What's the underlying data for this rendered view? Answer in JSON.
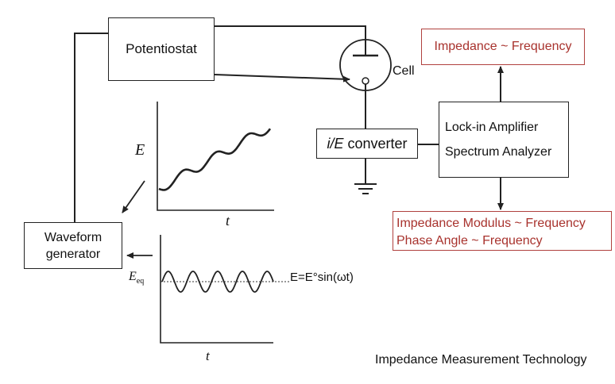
{
  "blocks": {
    "potentiostat": "Potentiostat",
    "cell": "Cell",
    "converter_italic": "i/E",
    "converter_rest": " converter",
    "lockin_line1": "Lock-in Amplifier",
    "lockin_line2": "Spectrum Analyzer",
    "waveform_line1": "Waveform",
    "waveform_line2": "generator"
  },
  "outputs": {
    "top": "Impedance ~ Frequency",
    "bottom_line1": "Impedance Modulus ~ Frequency",
    "bottom_line2": "Phase Angle ~ Frequency"
  },
  "plots": {
    "ramp_ylabel": "E",
    "ramp_xlabel": "t",
    "sine_ylabel_main": "E",
    "sine_ylabel_sub": "eq",
    "sine_xlabel": "t",
    "sine_formula": "E=E°sin(ωt)"
  },
  "caption": "Impedance Measurement Technology",
  "colors": {
    "line": "#222222",
    "output_text": "#a8322d",
    "output_border": "#b0413e"
  }
}
